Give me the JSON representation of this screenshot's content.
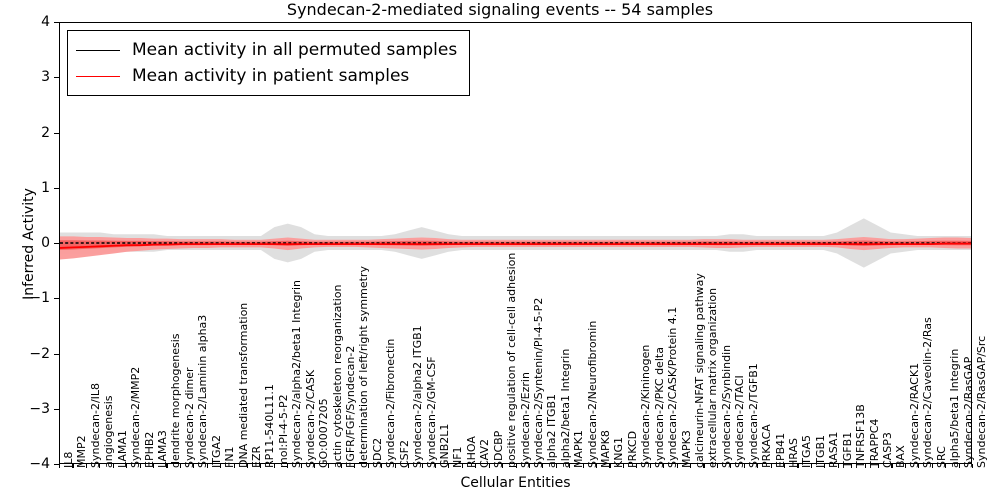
{
  "chart_data": {
    "type": "line",
    "title": "Syndecan-2-mediated signaling events -- 54 samples",
    "xlabel": "Cellular Entities",
    "ylabel": "Inferred Activity",
    "ylim": [
      -4,
      4
    ],
    "yticks": [
      4,
      3,
      2,
      1,
      0,
      -1,
      -2,
      -3,
      -4
    ],
    "ytick_labels": [
      "4",
      "3",
      "2",
      "1",
      "0",
      "−1",
      "−2",
      "−3",
      "−4"
    ],
    "grid": false,
    "legend_position": "upper left",
    "legend": [
      {
        "name": "Mean activity in all permuted samples",
        "color": "#000000",
        "style": "solid"
      },
      {
        "name": "Mean activity in patient samples",
        "color": "#ff0000",
        "style": "solid"
      }
    ],
    "categories": [
      "IL8",
      "MMP2",
      "Syndecan-2/IL8",
      "angiogenesis",
      "LAMA1",
      "Syndecan-2/MMP2",
      "EPHB2",
      "LAMA3",
      "dendrite morphogenesis",
      "Syndecan-2 dimer",
      "Syndecan-2/Laminin alpha3",
      "ITGA2",
      "FN1",
      "DNA mediated transformation",
      "EZR",
      "RP11-540L11.1",
      "mol:PI-4-5-P2",
      "Syndecan-2/alpha2/beta1 Integrin",
      "Syndecan-2/CASK",
      "GO:0007205",
      "actin cytoskeleton reorganization",
      "FGFR/FGF/Syndecan-2",
      "determination of left/right symmetry",
      "SDC2",
      "Syndecan-2/Fibronectin",
      "CSF2",
      "Syndecan-2/alpha2 ITGB1",
      "Syndecan-2/GM-CSF",
      "GNB2L1",
      "NF1",
      "RHOA",
      "CAV2",
      "SDCBP",
      "positive regulation of cell-cell adhesion",
      "Syndecan-2/Ezrin",
      "Syndecan-2/Syntenin/PI-4-5-P2",
      "alpha2 ITGB1",
      "alpha2/beta1 Integrin",
      "MAPK1",
      "Syndecan-2/Neurofibromin",
      "MAPK8",
      "KNG1",
      "PRKCD",
      "Syndecan-2/Kininogen",
      "Syndecan-2/PKC delta",
      "Syndecan-2/CASK/Protein 4.1",
      "MAPK3",
      "calcineurin-NFAT signaling pathway",
      "extracellular matrix organization",
      "Syndecan-2/Synbindin",
      "Syndecan-2/TACI",
      "Syndecan-2/TGFB1",
      "PRKACA",
      "EPB41",
      "HRAS",
      "ITGA5",
      "ITGB1",
      "RASA1",
      "TGFB1",
      "TNFRSF13B",
      "TRAPPC4",
      "CASP3",
      "BAX",
      "Syndecan-2/RACK1",
      "Syndecan-2/Caveolin-2/Ras",
      "SRC",
      "alpha5/beta1 Integrin",
      "Syndecan-2/RasGAP",
      "Syndecan-2/RasGAP/Src"
    ],
    "series": [
      {
        "name": "Mean activity in all permuted samples",
        "color": "#000000",
        "style": "dotted",
        "values": [
          0.0,
          0.0,
          0.0,
          0.0,
          0.0,
          0.0,
          0.0,
          0.0,
          0.0,
          0.0,
          0.0,
          0.0,
          0.0,
          0.0,
          0.0,
          0.0,
          0.0,
          0.0,
          0.0,
          0.0,
          0.0,
          0.0,
          0.0,
          0.0,
          0.0,
          0.0,
          0.0,
          0.0,
          0.0,
          0.0,
          0.0,
          0.0,
          0.0,
          0.0,
          0.0,
          0.0,
          0.0,
          0.0,
          0.0,
          0.0,
          0.0,
          0.0,
          0.0,
          0.0,
          0.0,
          0.0,
          0.0,
          0.0,
          0.0,
          0.0,
          0.0,
          0.0,
          0.0,
          0.0,
          0.0,
          0.0,
          0.0,
          0.0,
          0.0,
          0.0,
          0.0,
          0.0,
          0.0,
          0.0,
          0.0,
          0.0,
          0.0,
          0.0,
          0.0
        ],
        "band_lower": [
          -0.06,
          -0.06,
          -0.06,
          -0.06,
          -0.05,
          -0.05,
          -0.05,
          -0.05,
          -0.04,
          -0.04,
          -0.04,
          -0.04,
          -0.04,
          -0.04,
          -0.04,
          -0.04,
          -0.09,
          -0.11,
          -0.09,
          -0.05,
          -0.04,
          -0.04,
          -0.04,
          -0.04,
          -0.04,
          -0.05,
          -0.07,
          -0.09,
          -0.07,
          -0.05,
          -0.04,
          -0.04,
          -0.04,
          -0.04,
          -0.04,
          -0.04,
          -0.04,
          -0.04,
          -0.04,
          -0.04,
          -0.04,
          -0.04,
          -0.04,
          -0.04,
          -0.04,
          -0.04,
          -0.04,
          -0.04,
          -0.04,
          -0.04,
          -0.05,
          -0.05,
          -0.04,
          -0.04,
          -0.04,
          -0.04,
          -0.04,
          -0.04,
          -0.06,
          -0.1,
          -0.14,
          -0.1,
          -0.06,
          -0.05,
          -0.04,
          -0.04,
          -0.04,
          -0.04,
          -0.04
        ],
        "band_upper": [
          0.06,
          0.06,
          0.06,
          0.06,
          0.05,
          0.05,
          0.05,
          0.05,
          0.04,
          0.04,
          0.04,
          0.04,
          0.04,
          0.04,
          0.04,
          0.04,
          0.09,
          0.11,
          0.09,
          0.05,
          0.04,
          0.04,
          0.04,
          0.04,
          0.04,
          0.05,
          0.07,
          0.09,
          0.07,
          0.05,
          0.04,
          0.04,
          0.04,
          0.04,
          0.04,
          0.04,
          0.04,
          0.04,
          0.04,
          0.04,
          0.04,
          0.04,
          0.04,
          0.04,
          0.04,
          0.04,
          0.04,
          0.04,
          0.04,
          0.04,
          0.05,
          0.05,
          0.04,
          0.04,
          0.04,
          0.04,
          0.04,
          0.04,
          0.06,
          0.1,
          0.14,
          0.1,
          0.06,
          0.05,
          0.04,
          0.04,
          0.04,
          0.04,
          0.04
        ]
      },
      {
        "name": "Mean activity in patient samples",
        "color": "#ff0000",
        "style": "solid",
        "values": [
          -0.09,
          -0.08,
          -0.07,
          -0.06,
          -0.05,
          -0.04,
          -0.04,
          -0.03,
          -0.03,
          -0.02,
          -0.02,
          -0.02,
          -0.02,
          -0.02,
          -0.02,
          -0.02,
          -0.02,
          -0.02,
          -0.02,
          -0.02,
          -0.02,
          -0.02,
          -0.02,
          -0.02,
          -0.02,
          -0.02,
          -0.02,
          -0.02,
          -0.02,
          -0.02,
          -0.02,
          -0.02,
          -0.02,
          -0.02,
          -0.02,
          -0.02,
          -0.02,
          -0.02,
          -0.02,
          -0.02,
          -0.02,
          -0.02,
          -0.02,
          -0.02,
          -0.02,
          -0.02,
          -0.02,
          -0.02,
          -0.02,
          -0.02,
          -0.02,
          -0.02,
          -0.02,
          -0.02,
          -0.02,
          -0.02,
          -0.02,
          -0.02,
          -0.02,
          -0.02,
          -0.02,
          -0.02,
          -0.02,
          -0.02,
          -0.02,
          -0.02,
          -0.01,
          -0.01,
          -0.01
        ],
        "band_lower": [
          -0.3,
          -0.28,
          -0.25,
          -0.22,
          -0.19,
          -0.16,
          -0.14,
          -0.12,
          -0.11,
          -0.1,
          -0.09,
          -0.09,
          -0.08,
          -0.08,
          -0.08,
          -0.08,
          -0.1,
          -0.13,
          -0.1,
          -0.08,
          -0.07,
          -0.07,
          -0.07,
          -0.08,
          -0.09,
          -0.1,
          -0.11,
          -0.12,
          -0.11,
          -0.09,
          -0.08,
          -0.07,
          -0.07,
          -0.07,
          -0.07,
          -0.07,
          -0.07,
          -0.07,
          -0.07,
          -0.07,
          -0.07,
          -0.07,
          -0.07,
          -0.07,
          -0.07,
          -0.07,
          -0.07,
          -0.07,
          -0.08,
          -0.09,
          -0.09,
          -0.08,
          -0.07,
          -0.07,
          -0.07,
          -0.07,
          -0.07,
          -0.07,
          -0.08,
          -0.11,
          -0.13,
          -0.11,
          -0.09,
          -0.08,
          -0.08,
          -0.08,
          -0.09,
          -0.1,
          -0.1
        ],
        "band_upper": [
          0.12,
          0.12,
          0.11,
          0.11,
          0.1,
          0.09,
          0.09,
          0.08,
          0.08,
          0.07,
          0.07,
          0.07,
          0.07,
          0.06,
          0.06,
          0.06,
          0.08,
          0.1,
          0.08,
          0.06,
          0.06,
          0.06,
          0.06,
          0.06,
          0.07,
          0.08,
          0.09,
          0.1,
          0.09,
          0.07,
          0.06,
          0.06,
          0.06,
          0.06,
          0.06,
          0.06,
          0.06,
          0.06,
          0.06,
          0.06,
          0.06,
          0.06,
          0.06,
          0.06,
          0.06,
          0.06,
          0.06,
          0.06,
          0.07,
          0.07,
          0.07,
          0.06,
          0.06,
          0.06,
          0.06,
          0.06,
          0.06,
          0.06,
          0.07,
          0.09,
          0.11,
          0.09,
          0.07,
          0.07,
          0.08,
          0.09,
          0.1,
          0.1,
          0.09
        ]
      }
    ]
  },
  "colors": {
    "patient_line": "#ff0000",
    "patient_band": "#fb9a99",
    "permuted_line": "#000000",
    "permuted_band": "#d9d9d9",
    "axis": "#000000",
    "background": "#ffffff"
  }
}
